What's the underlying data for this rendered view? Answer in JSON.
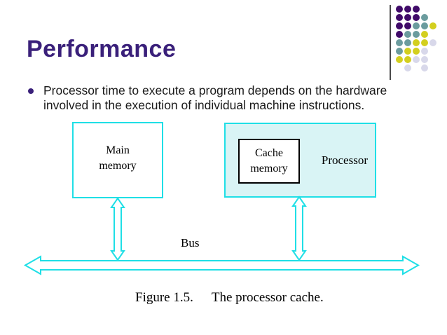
{
  "slide": {
    "title": "Performance",
    "bullet_text": "Processor time to execute a program depends on the hardware involved in the execution of individual machine instructions."
  },
  "diagram": {
    "main_memory_label": "Main\nmemory",
    "cache_memory_label": "Cache\nmemory",
    "processor_label": "Processor",
    "bus_label": "Bus",
    "caption_figure": "Figure 1.5.",
    "caption_text": "The processor cache."
  },
  "colors": {
    "title_purple": "#3a207a",
    "accent_cyan": "#1fdfe6",
    "processor_fill": "#d9f4f5",
    "body_text": "#1a1a1a"
  },
  "decoration": {
    "description": "dot-grid-ornament",
    "dot_colors": {
      "P": "#400a69",
      "T": "#6b9c9e",
      "Y": "#d3cf1e",
      "L": "#d8d8ea"
    },
    "dot_grid": [
      [
        "P",
        "P",
        "P",
        null,
        null
      ],
      [
        "P",
        "P",
        "P",
        "T",
        null
      ],
      [
        "P",
        "P",
        "T",
        "T",
        "Y"
      ],
      [
        "P",
        "T",
        "T",
        "Y",
        null
      ],
      [
        "T",
        "T",
        "Y",
        "Y",
        "L"
      ],
      [
        "T",
        "Y",
        "Y",
        "L",
        null
      ],
      [
        "Y",
        "Y",
        "L",
        "L",
        null
      ],
      [
        null,
        "L",
        null,
        "L",
        null
      ]
    ]
  }
}
